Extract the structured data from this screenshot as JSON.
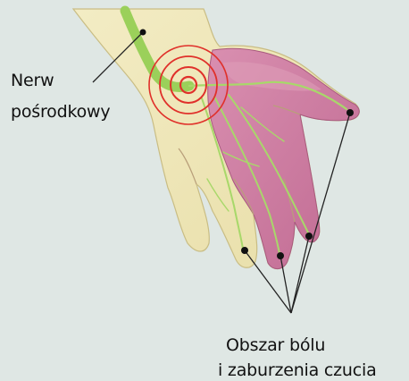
{
  "labels": {
    "nerve_line1": "Nerw",
    "nerve_line2": "pośrodkowy",
    "area_line1": "Obszar bólu",
    "area_line2": "i zaburzenia czucia"
  },
  "colors": {
    "background": "#dfe7e4",
    "skin": "#efe8ba",
    "skin_shadow": "#d9ce92",
    "affected_area": "#cc7a9e",
    "affected_area_light": "#dd9cb8",
    "nerve": "#9bd05a",
    "target_ring": "#e0302a",
    "leader_line": "#222222",
    "text": "#111111"
  },
  "icons": [
    "hand-illustration",
    "median-nerve-path",
    "pain-target-rings",
    "fingertip-markers"
  ]
}
